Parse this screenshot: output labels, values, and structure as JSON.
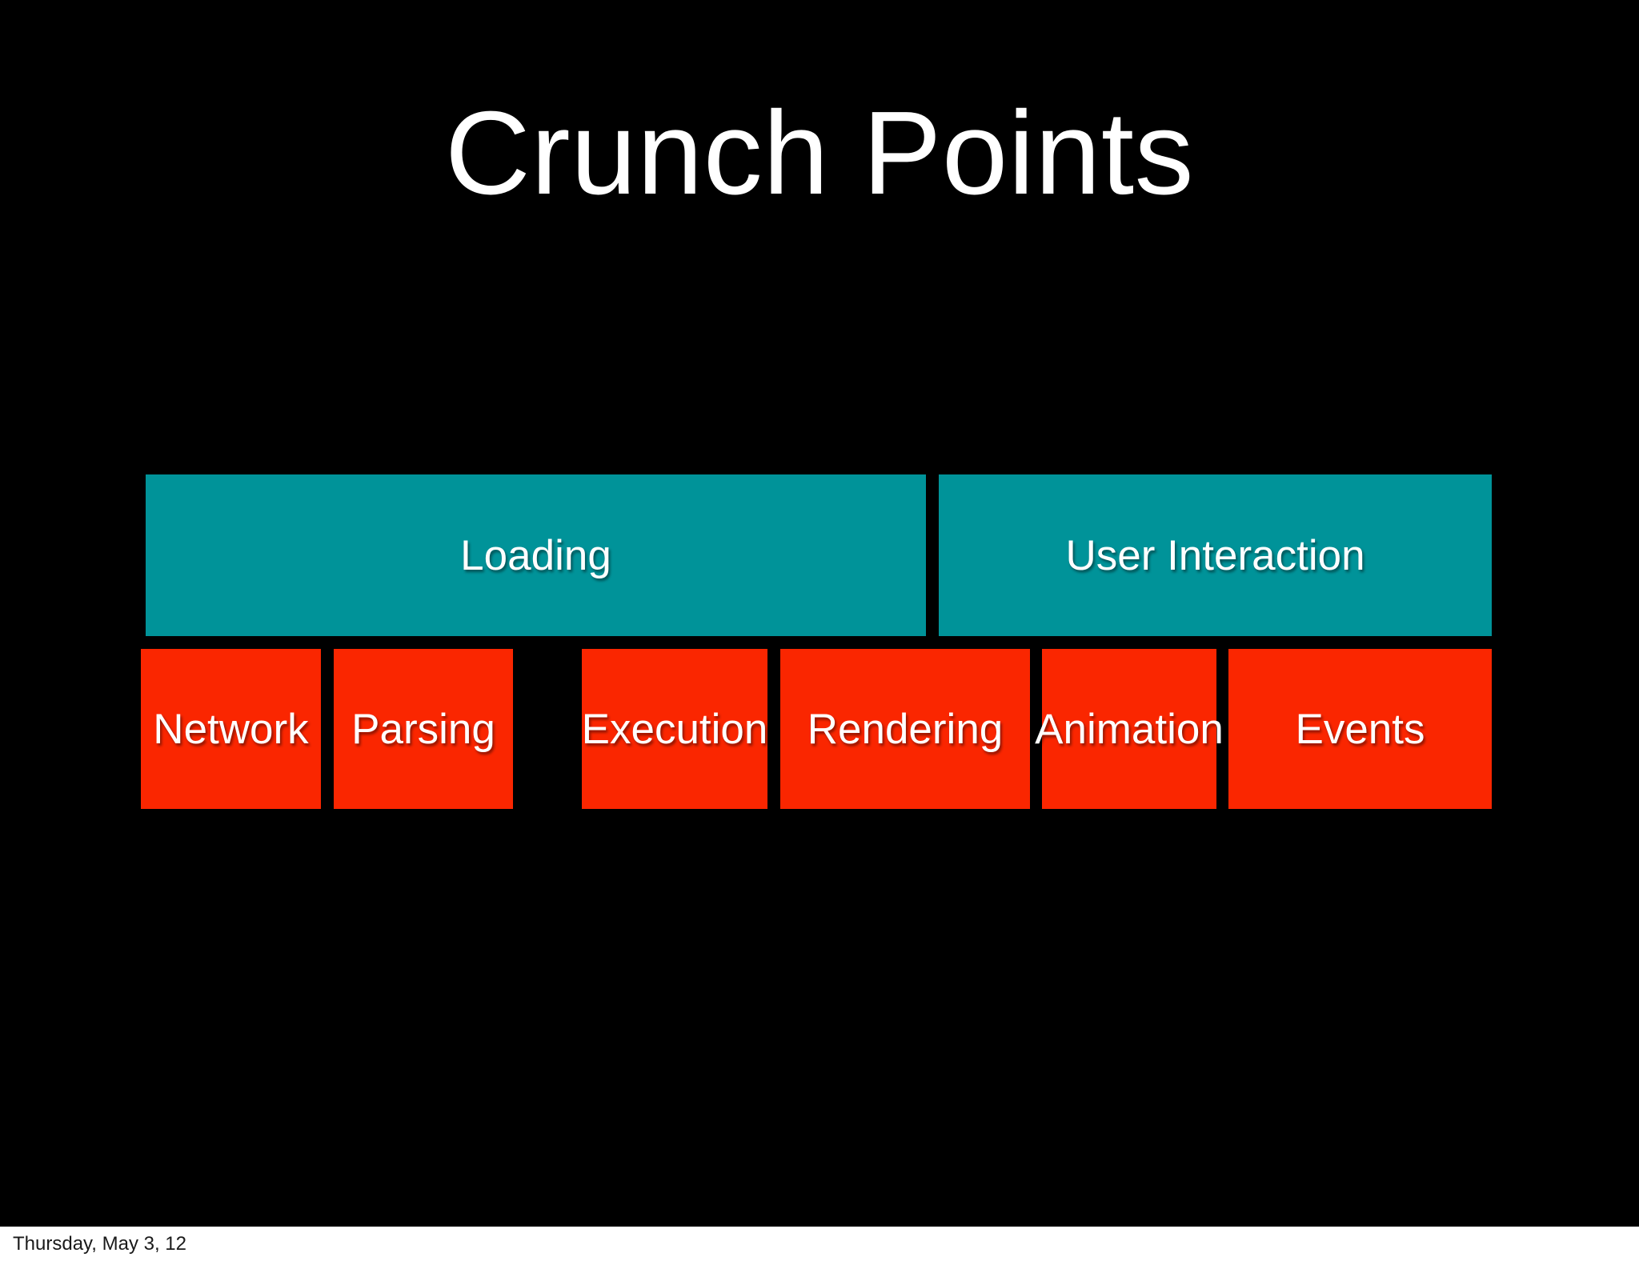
{
  "slide": {
    "title": "Crunch Points",
    "background_color": "#000000",
    "title_color": "#ffffff"
  },
  "colors": {
    "phase": "#009399",
    "stage": "#fa2600",
    "label": "#ffffff",
    "footer_background": "#ffffff",
    "footer_text": "#1a1a1a"
  },
  "diagram": {
    "phases": [
      {
        "label": "Loading"
      },
      {
        "label": "User Interaction"
      }
    ],
    "stages": [
      {
        "label": "Network"
      },
      {
        "label": "Parsing"
      },
      {
        "label": "Execution"
      },
      {
        "label": "Rendering"
      },
      {
        "label": "Animation"
      },
      {
        "label": "Events"
      }
    ]
  },
  "footer": {
    "date": "Thursday, May 3, 12"
  }
}
